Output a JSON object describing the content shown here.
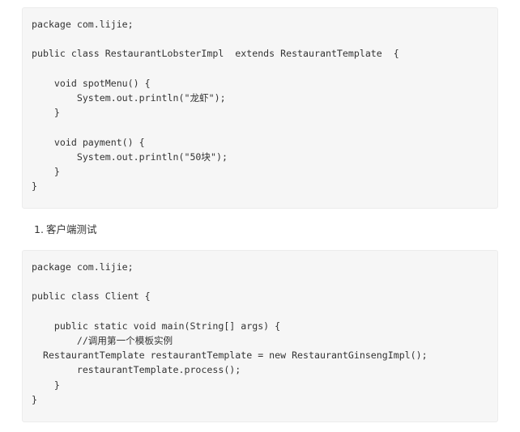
{
  "code_block_1": {
    "lines": [
      "package com.lijie;",
      "",
      "public class RestaurantLobsterImpl  extends RestaurantTemplate  {",
      "",
      "    void spotMenu() {",
      "        System.out.println(\"龙虾\");",
      "    }",
      "",
      "    void payment() {",
      "        System.out.println(\"50块\");",
      "    }",
      "}"
    ]
  },
  "list_item": {
    "number": "1.",
    "text": "客户端测试"
  },
  "code_block_2": {
    "lines": [
      "package com.lijie;",
      "",
      "public class Client {",
      "",
      "    public static void main(String[] args) {",
      "        //调用第一个模板实例",
      "  RestaurantTemplate restaurantTemplate = new RestaurantGinsengImpl();",
      "        restaurantTemplate.process();",
      "    }",
      "}"
    ]
  }
}
